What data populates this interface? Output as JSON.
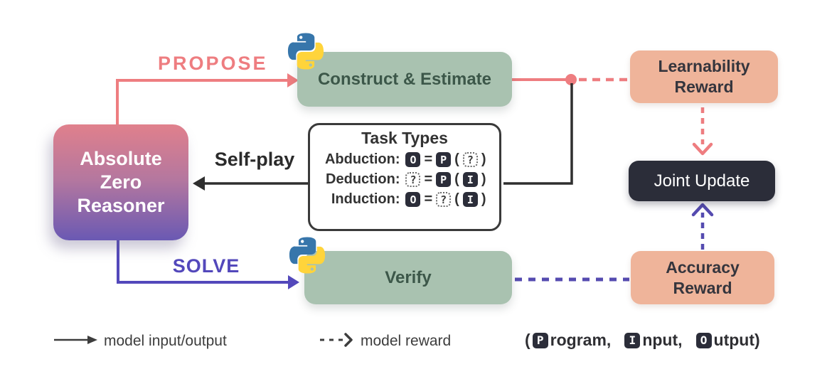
{
  "colors": {
    "salmon": "#ee7d80",
    "purple": "#5348bb",
    "ink": "#2f2f2f",
    "legend_gray": "#3d3d3d",
    "green_box": "#a9c2b0",
    "green_text": "#3c5749",
    "peach_box": "#efb49a",
    "dark_box": "#2b2d39",
    "azr_gradient_top": "#e0808c",
    "azr_gradient_bottom": "#6a59b3"
  },
  "nodes": {
    "azr": {
      "line1": "Absolute",
      "line2": "Zero",
      "line3": "Reasoner"
    },
    "construct": {
      "label": "Construct & Estimate"
    },
    "verify": {
      "label": "Verify"
    },
    "learnability": {
      "line1": "Learnability",
      "line2": "Reward"
    },
    "accuracy": {
      "line1": "Accuracy",
      "line2": "Reward"
    },
    "joint_update": {
      "label": "Joint Update"
    }
  },
  "edges": {
    "propose": "PROPOSE",
    "solve": "SOLVE",
    "self_play": "Self-play"
  },
  "task_types": {
    "title": "Task Types",
    "eq": "=",
    "open": "(",
    "close": ")",
    "rows": [
      {
        "label": "Abduction:",
        "s1": "O",
        "s2": "P",
        "s3": "?"
      },
      {
        "label": "Deduction:",
        "s1": "?",
        "s2": "P",
        "s3": "I"
      },
      {
        "label": "Induction:",
        "s1": "O",
        "s2": "?",
        "s3": "I"
      }
    ]
  },
  "legend": {
    "solid_label": "model input/output",
    "dashed_label": "model reward",
    "paren_open": "(",
    "program_letter": "P",
    "program_rest": "rogram,",
    "input_letter": "I",
    "input_rest": "nput,",
    "output_letter": "O",
    "output_rest": "utput)"
  },
  "icons": {
    "python": "python-logo"
  }
}
